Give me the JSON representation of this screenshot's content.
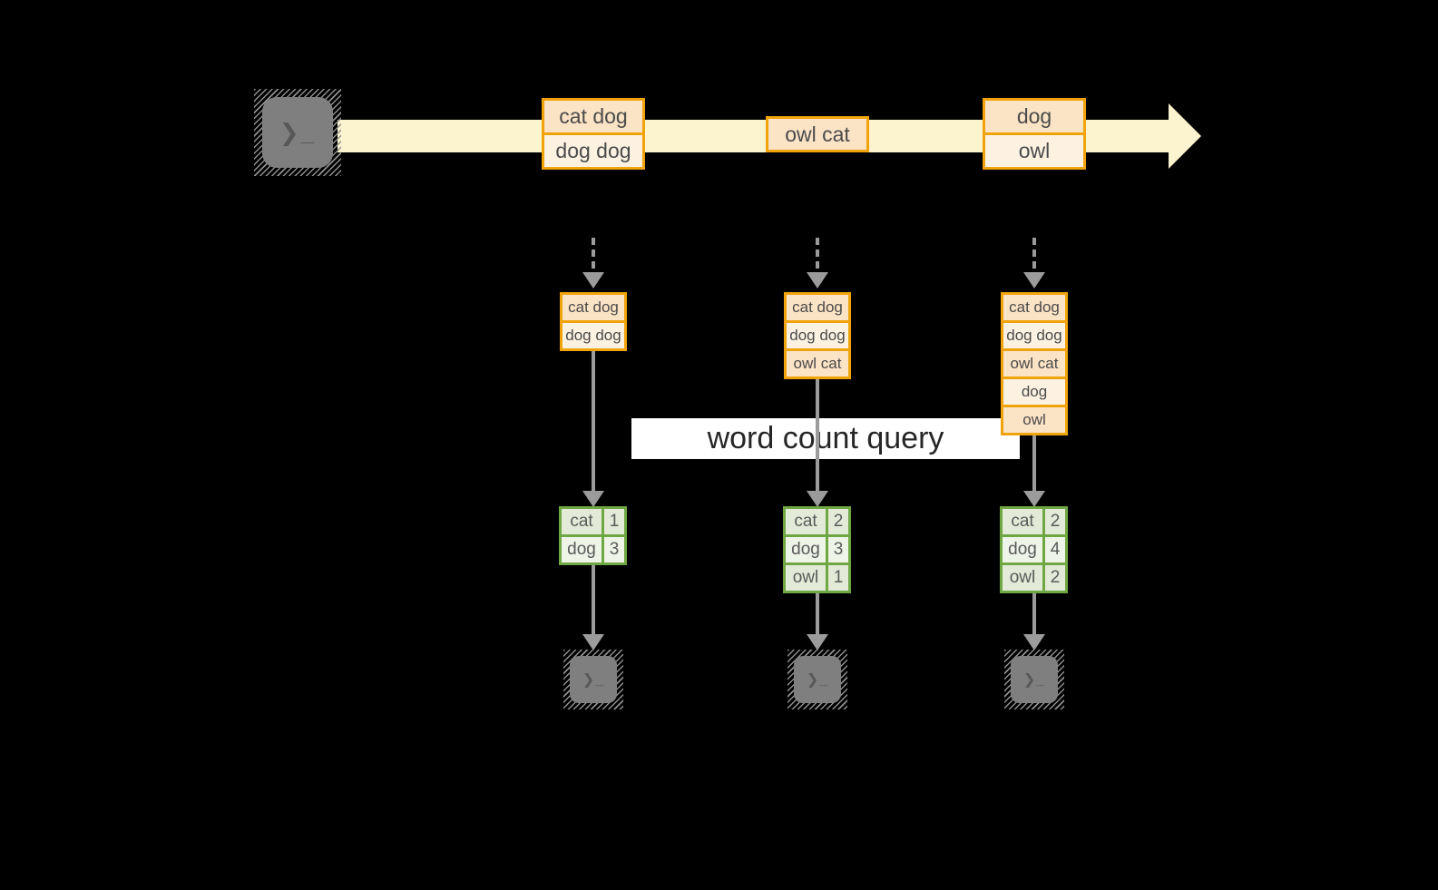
{
  "icons": {
    "terminal_prompt": "❯_"
  },
  "colors": {
    "background": "#000000",
    "stream_band": "#FCF3CF",
    "orange_border": "#F0A30A",
    "peach_fill": "#FBE3C5",
    "cream_fill": "#FDF2E2",
    "green_border": "#6FA843",
    "green_cell_dark": "#E3EBD8",
    "green_cell_light": "#EFF4E9",
    "arrow_gray": "#9B9B9B",
    "terminal_gray": "#7F7F7F"
  },
  "banner": {
    "label": "word count query"
  },
  "stream": {
    "boxes": [
      {
        "rows": [
          "cat dog",
          "dog dog"
        ]
      },
      {
        "rows": [
          "owl cat"
        ]
      },
      {
        "rows": [
          "dog",
          "owl"
        ]
      }
    ]
  },
  "columns": [
    {
      "buffer": [
        "cat dog",
        "dog dog"
      ],
      "counts": [
        {
          "word": "cat",
          "count": "1"
        },
        {
          "word": "dog",
          "count": "3"
        }
      ]
    },
    {
      "buffer": [
        "cat dog",
        "dog dog",
        "owl cat"
      ],
      "counts": [
        {
          "word": "cat",
          "count": "2"
        },
        {
          "word": "dog",
          "count": "3"
        },
        {
          "word": "owl",
          "count": "1"
        }
      ]
    },
    {
      "buffer": [
        "cat dog",
        "dog dog",
        "owl cat",
        "dog",
        "owl"
      ],
      "counts": [
        {
          "word": "cat",
          "count": "2"
        },
        {
          "word": "dog",
          "count": "4"
        },
        {
          "word": "owl",
          "count": "2"
        }
      ]
    }
  ]
}
